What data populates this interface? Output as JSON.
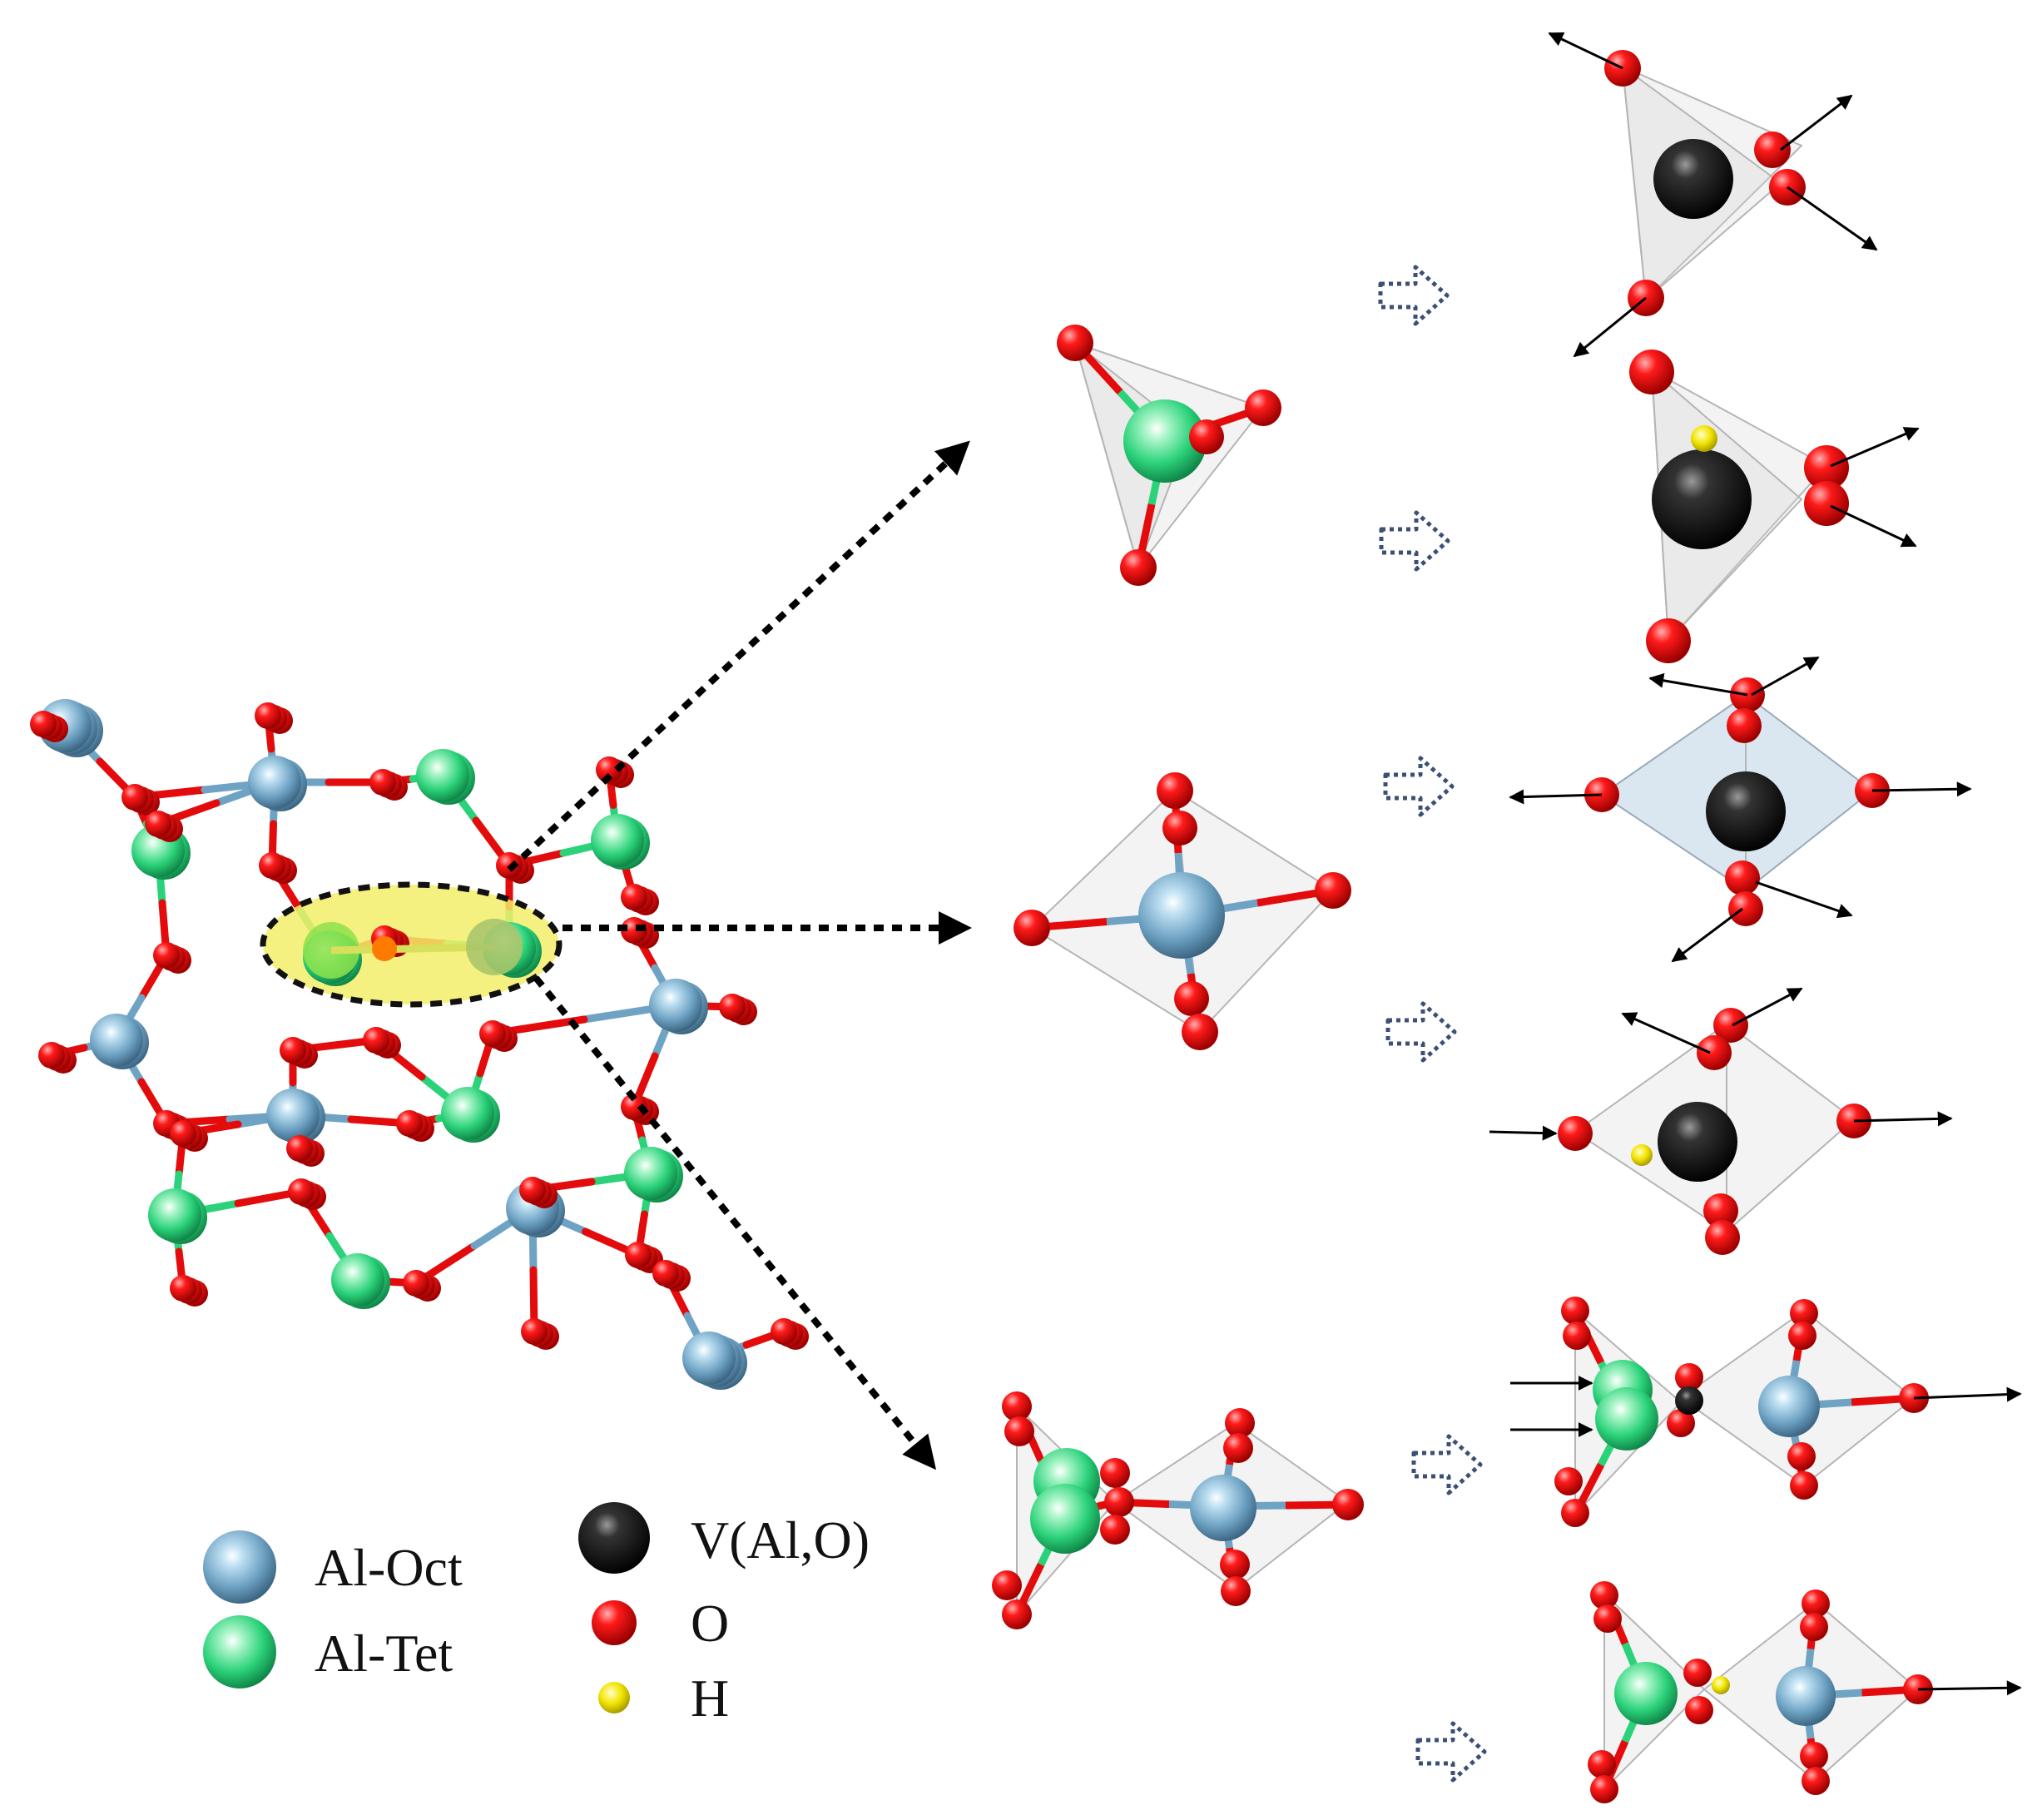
{
  "legend": {
    "al_oct": "Al-Oct",
    "al_tet": "Al-Tet",
    "vacancy": "V(Al,O)",
    "oxygen": "O",
    "hydrogen": "H"
  },
  "colors": {
    "al_oct": "#6fa3c4",
    "al_tet": "#2bd27a",
    "oxygen": "#e30b0b",
    "vacancy": "#111111",
    "hydrogen": "#f2e400",
    "highlight": "#f3ee6a",
    "block_arrow": "#3c4f74"
  },
  "icons": {
    "block_arrow": "hollow-dotted-arrow-icon",
    "leader_arrow": "dotted-pointer-arrow-icon",
    "displacement_arrow": "displacement-arrow-icon"
  }
}
